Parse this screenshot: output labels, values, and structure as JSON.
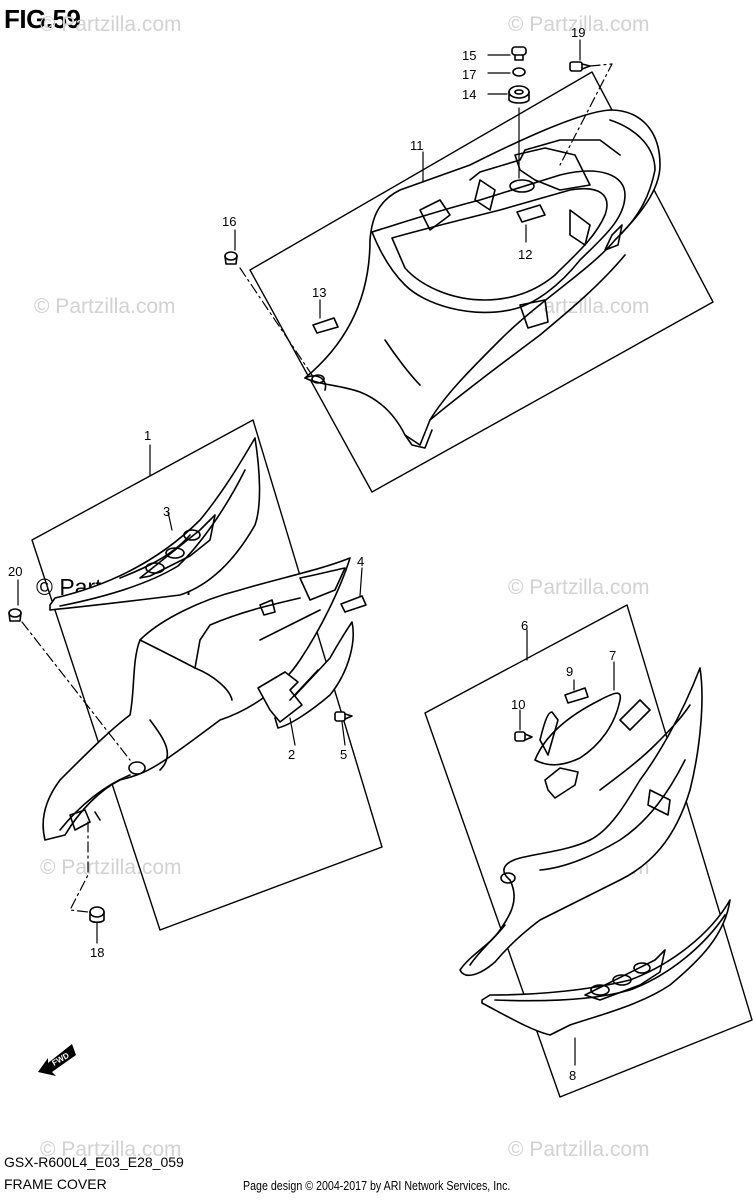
{
  "header": {
    "figure_label": "FIG.59"
  },
  "footer": {
    "model_code": "GSX-R600L4_E03_E28_059",
    "part_name": "FRAME COVER",
    "page_credit": "Page design © 2004-2017 by ARI Network Services, Inc."
  },
  "watermark": {
    "light_text": "© Partzilla.com",
    "dark_text": "© Partzilla.com"
  },
  "fwd_badge": "FWD",
  "callouts": [
    "1",
    "2",
    "3",
    "4",
    "5",
    "6",
    "7",
    "8",
    "9",
    "10",
    "11",
    "12",
    "13",
    "14",
    "15",
    "16",
    "17",
    "18",
    "19",
    "20"
  ]
}
